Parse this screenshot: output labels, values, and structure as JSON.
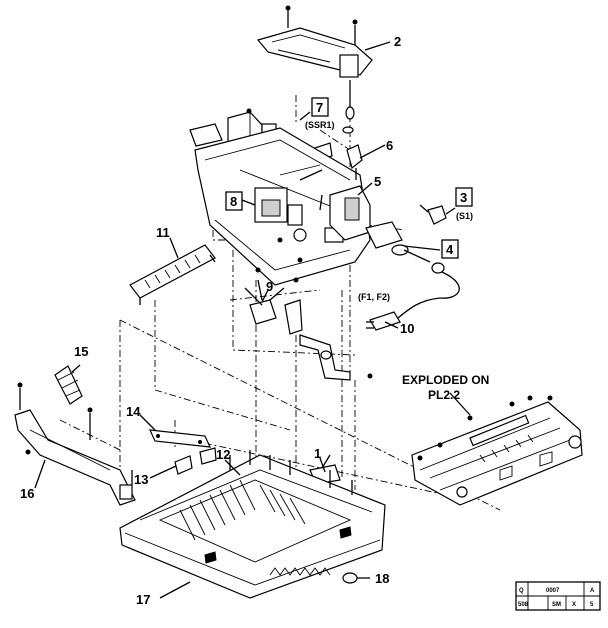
{
  "callouts": {
    "c1": "1",
    "c2": "2",
    "c3": "3",
    "c4": "4",
    "c5": "5",
    "c6": "6",
    "c7": "7",
    "c8": "8",
    "c9": "9",
    "c10": "10",
    "c11": "11",
    "c12": "12",
    "c13": "13",
    "c14": "14",
    "c15": "15",
    "c16": "16",
    "c17": "17",
    "c18": "18"
  },
  "sublabels": {
    "ssr1": "(SSR1)",
    "s1": "(S1)",
    "f1f2": "(F1, F2)"
  },
  "note": {
    "line1": "EXPLODED ON",
    "line2": "PL2.2"
  },
  "title_block": {
    "r1a": "Q",
    "r1b": "0007",
    "r1c": "A",
    "r2a": "508",
    "r2b": "SM",
    "r2c": "X",
    "r2d": "5"
  }
}
